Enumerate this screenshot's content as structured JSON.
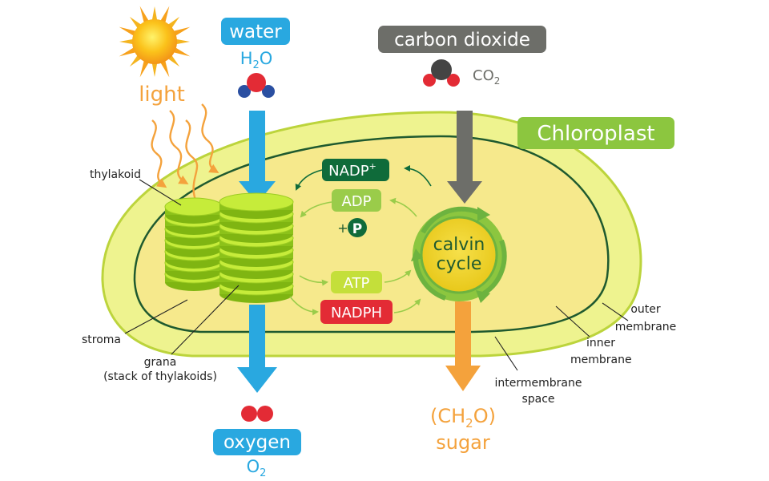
{
  "inputs": {
    "water_label": "water",
    "water_formula": "H",
    "water_formula_sub": "2",
    "water_formula_tail": "O",
    "light_label": "light",
    "co2_label": "carbon dioxide",
    "co2_formula": "CO",
    "co2_formula_sub": "2"
  },
  "chloroplast_label": "Chloroplast",
  "cycle": {
    "nadp_plus": "NADP",
    "nadp_plus_sup": "+",
    "adp": "ADP",
    "pi_prefix": "+",
    "pi": "P",
    "atp": "ATP",
    "nadph": "NADPH",
    "calvin_line1": "calvin",
    "calvin_line2": "cycle"
  },
  "structure_labels": {
    "thylakoid": "thylakoid",
    "stroma": "stroma",
    "grana_line1": "grana",
    "grana_line2": "(stack of thylakoids)",
    "outer_membrane_line1": "outer",
    "outer_membrane_line2": "membrane",
    "inner_membrane_line1": "inner",
    "inner_membrane_line2": "membrane",
    "intermembrane_line1": "intermembrane",
    "intermembrane_line2": "space"
  },
  "outputs": {
    "oxygen_label": "oxygen",
    "oxygen_formula": "O",
    "oxygen_formula_sub": "2",
    "sugar_formula_open": "(CH",
    "sugar_formula_sub": "2",
    "sugar_formula_close": "O)",
    "sugar_label": "sugar"
  },
  "colors": {
    "blue": "#29a8e0",
    "green_badge": "#8cc63f",
    "dark_green": "#0f6b3a",
    "light_green": "#9acc4a",
    "lime": "#c4df3a",
    "red": "#e32b35",
    "orange": "#f4a23c",
    "grey": "#6d6e69"
  }
}
